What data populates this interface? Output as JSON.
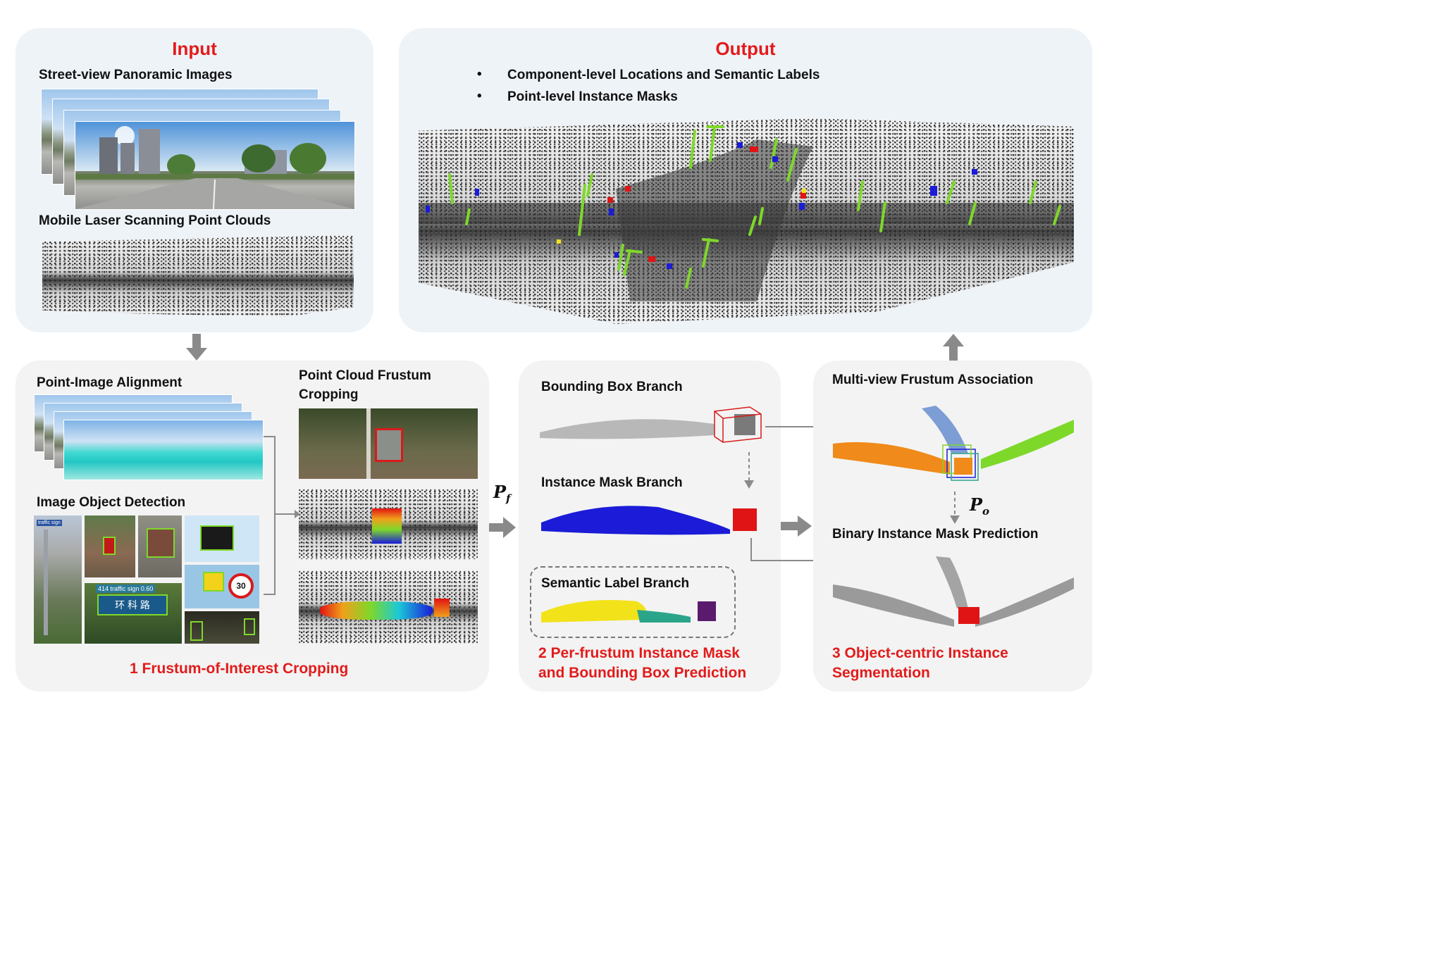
{
  "input": {
    "title": "Input",
    "street_view_label": "Street-view Panoramic Images",
    "mls_label": "Mobile Laser Scanning Point Clouds"
  },
  "output": {
    "title": "Output",
    "bullets": [
      "Component-level Locations and Semantic Labels",
      "Point-level Instance Masks"
    ]
  },
  "stage1": {
    "alignment_label": "Point-Image Alignment",
    "detection_label": "Image Object Detection",
    "cropping_label_line1": "Point Cloud Frustum",
    "cropping_label_line2": "Cropping",
    "caption": "1  Frustum-of-Interest Cropping",
    "detection_texts": {
      "sign_label": "414 traffic sign 0.60",
      "road_sign": "环 科 路",
      "speed_limit": "30"
    }
  },
  "stage2": {
    "bbox_branch": "Bounding Box Branch",
    "mask_branch": "Instance Mask Branch",
    "semantic_branch": "Semantic Label Branch",
    "caption_line1": "2  Per-frustum Instance Mask",
    "caption_line2": "and Bounding Box Prediction",
    "pf_symbol": "P",
    "pf_sub": "f"
  },
  "stage3": {
    "association_label": "Multi-view Frustum Association",
    "binary_label": "Binary Instance Mask Prediction",
    "caption_line1": "3  Object-centric Instance",
    "caption_line2": "Segmentation",
    "po_symbol": "P",
    "po_sub": "o"
  },
  "colors": {
    "red_title": "#e31b1b",
    "panel_bg": "#f3f3f3",
    "output_bg": "#eef3f8",
    "arrow_gray": "#8a8a8a",
    "mask_red": "#e01414",
    "mask_blue": "#1b1bd8",
    "semantic_yellow": "#f2e21a",
    "semantic_teal": "#2aa58a",
    "semantic_purple": "#5a1a6e",
    "frustum_green": "#7ed82a",
    "frustum_orange": "#f08a1a"
  }
}
